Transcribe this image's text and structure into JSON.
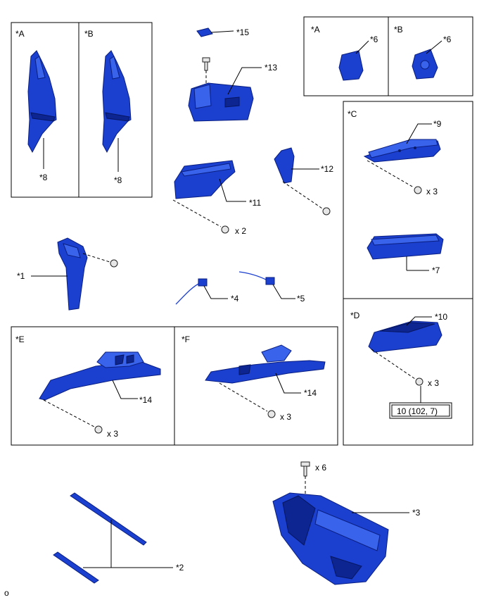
{
  "labels": {
    "panel_a_left": "*A",
    "panel_b_left": "*B",
    "callout_8_a": "*8",
    "callout_8_b": "*8",
    "callout_15": "*15",
    "callout_13": "*13",
    "panel_a_right": "*A",
    "panel_b_right": "*B",
    "callout_6_a": "*6",
    "callout_6_b": "*6",
    "panel_c": "*C",
    "callout_9": "*9",
    "qty_c": "x 3",
    "callout_7": "*7",
    "callout_12": "*12",
    "callout_11": "*11",
    "qty_11": "x 2",
    "callout_1": "*1",
    "callout_4": "*4",
    "callout_5": "*5",
    "panel_d": "*D",
    "callout_10": "*10",
    "qty_d": "x 3",
    "torque_spec": "10 (102, 7)",
    "panel_e": "*E",
    "callout_14_e": "*14",
    "qty_e": "x 3",
    "panel_f": "*F",
    "callout_14_f": "*14",
    "qty_f": "x 3",
    "qty_3": "x 6",
    "callout_3": "*3",
    "callout_2": "*2",
    "footer_mark": "o"
  },
  "colors": {
    "part_fill": "#1b3fcf",
    "part_outline": "#0a1f80",
    "fastener": "#e6e6e6"
  }
}
